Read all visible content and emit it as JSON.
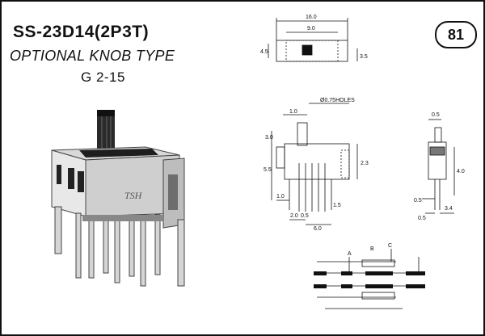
{
  "header": {
    "model": "SS-23D14(2P3T)",
    "subtitle": "OPTIONAL KNOB TYPE",
    "code": "G 2-15",
    "page_number": "81"
  },
  "photo": {
    "brand_mark": "TSH"
  },
  "top_view": {
    "overall_width": "16.0",
    "inner_width": "9.0",
    "left_height": "4.5",
    "right_height": "3.5"
  },
  "front_view": {
    "hole_note": "Ø0.75HOLES",
    "pitch_top": "1.0",
    "knob_height": "3.0",
    "body_height": "5.5",
    "pin_height": "2.3",
    "base_offset": "1.0",
    "pitch_a": "2.0",
    "pitch_b": "0.5",
    "pin_span": "6.0",
    "right_offset": "1.5"
  },
  "side_view": {
    "knob_width": "0.5",
    "body_height": "4.0",
    "base_offset": "0.5",
    "pin_left": "0.5",
    "pin_right": "3.4"
  },
  "schematic": {
    "label_a": "A",
    "label_b": "B",
    "label_c": "C"
  }
}
